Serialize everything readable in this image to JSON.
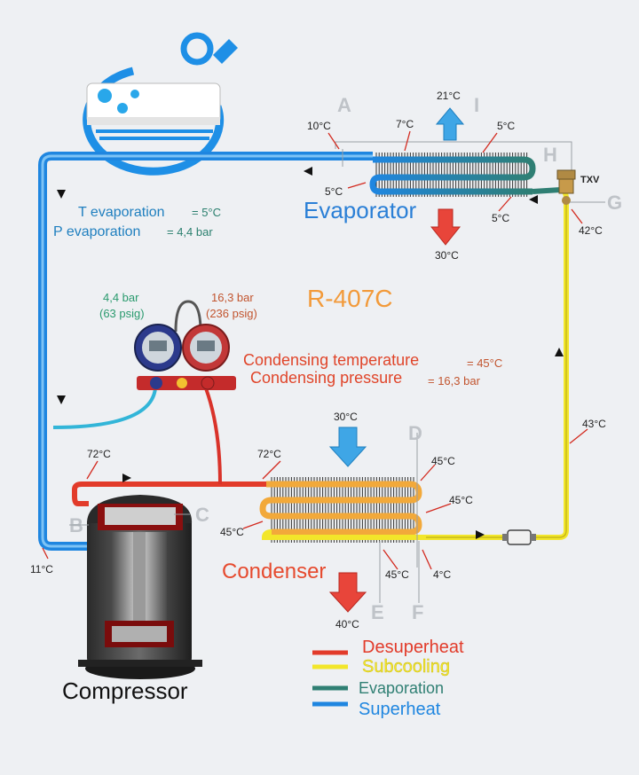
{
  "refrigerant": "R-407C",
  "evaporator": {
    "title": "Evaporator",
    "txv": "TXV"
  },
  "condenser": {
    "title": "Condenser"
  },
  "compressor": {
    "title": "Compressor"
  },
  "evaporation_info": {
    "t_label": "T evaporation",
    "t_value": "= 5°C",
    "p_label": "P evaporation",
    "p_value": "= 4,4 bar"
  },
  "condensing_info": {
    "t_label": "Condensing temperature",
    "t_value": "= 45°C",
    "p_label": "Condensing pressure",
    "p_value": "= 16,3 bar"
  },
  "gauges": {
    "low_bar": "4,4 bar",
    "low_psig": "(63 psig)",
    "high_bar": "16,3 bar",
    "high_psig": "(236 psig)"
  },
  "points": {
    "A": "A",
    "B": "B",
    "C": "C",
    "D": "D",
    "E": "E",
    "F": "F",
    "G": "G",
    "H": "H",
    "I": "I"
  },
  "temps": {
    "evap_air_out": "21°C",
    "evap_air_in": "30°C",
    "evap_out": "10°C",
    "evap_mid": "7°C",
    "evap_i": "5°C",
    "evap_left": "5°C",
    "evap_right": "5°C",
    "txv_in": "42°C",
    "liquid_line": "43°C",
    "suction": "11°C",
    "discharge": "72°C",
    "cond_in": "72°C",
    "cond_air_in": "30°C",
    "cond_air_out": "40°C",
    "cond_d": "45°C",
    "cond_right": "45°C",
    "cond_left": "45°C",
    "cond_e": "45°C",
    "cond_f": "4°C"
  },
  "legend": [
    {
      "label": "Desuperheat",
      "color": "#e23b2a"
    },
    {
      "label": "Subcooling",
      "color": "#f2e62a"
    },
    {
      "label": "Evaporation",
      "color": "#2f7f73"
    },
    {
      "label": "Superheat",
      "color": "#1f86e0"
    }
  ]
}
